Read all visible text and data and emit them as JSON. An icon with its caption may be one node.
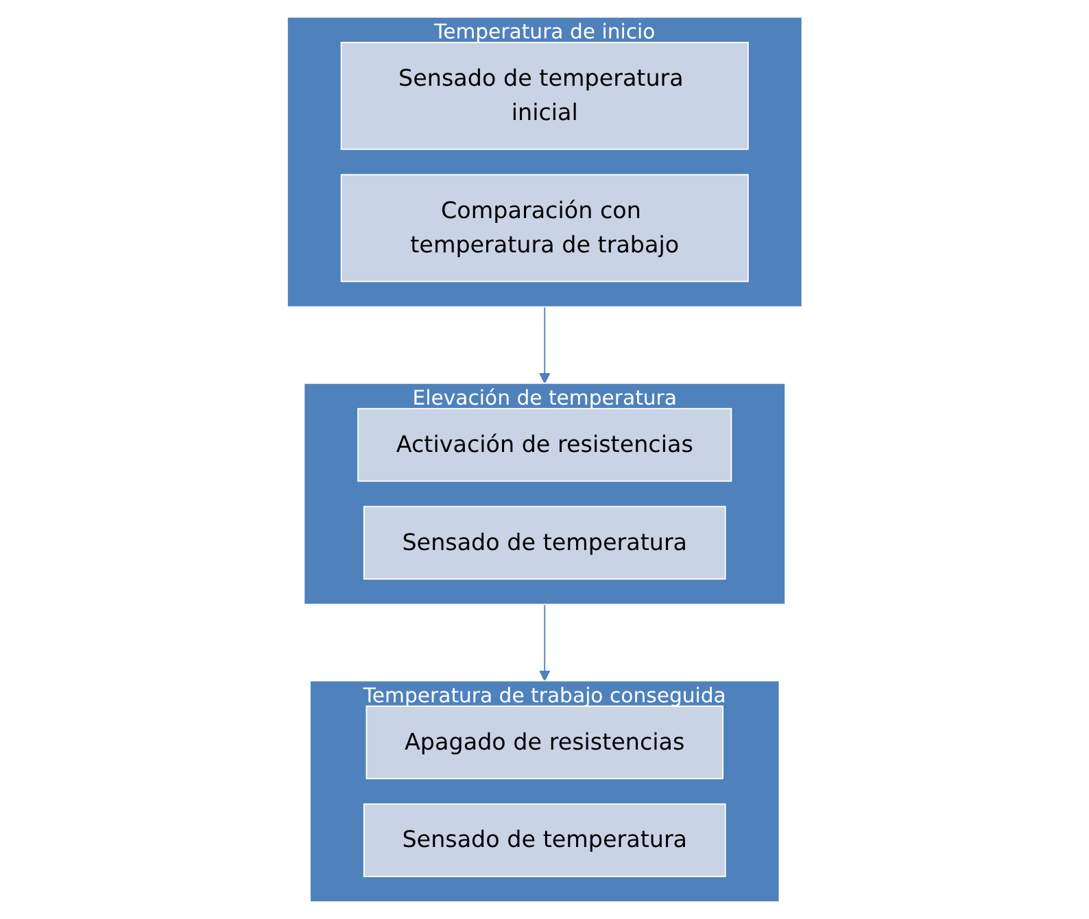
{
  "diagram": {
    "nodes": [
      {
        "text": [
          "Temperatura de inicio"
        ]
      },
      {
        "text": [
          "Sensado de temperatura inicial"
        ],
        "in": 0
      },
      {
        "text": [
          "Comparación con temperatura de trabajo"
        ],
        "in": 0
      },
      {
        "text": [
          "Elevación de temperatura"
        ]
      },
      {
        "text": [
          "Activación de resistencias"
        ],
        "in": 3
      },
      {
        "text": [
          "Sensado de temperatura"
        ],
        "in": 3
      },
      {
        "text": [
          "Temperatura de trabajo conseguida"
        ]
      },
      {
        "text": [
          "Apagado de resistencias"
        ],
        "in": 6
      },
      {
        "text": [
          "Sensado de temperatura"
        ],
        "in": 6
      }
    ],
    "edges": [
      {
        "from": 0,
        "to": 3,
        "arrow": "to"
      },
      {
        "from": 3,
        "to": 6,
        "arrow": "to"
      }
    ]
  }
}
